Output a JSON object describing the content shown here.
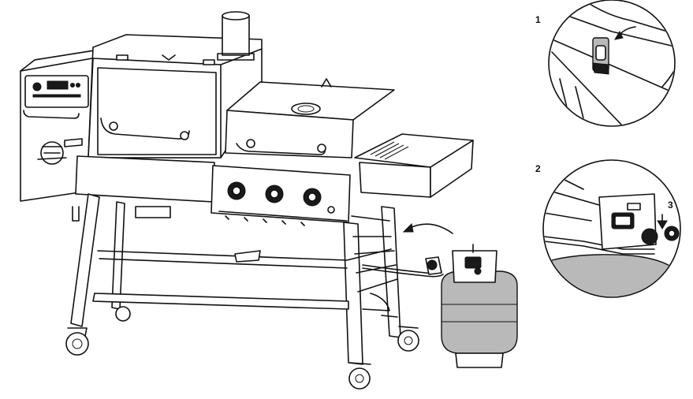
{
  "callouts": {
    "step1": "1",
    "step2": "2",
    "step3": "3"
  }
}
